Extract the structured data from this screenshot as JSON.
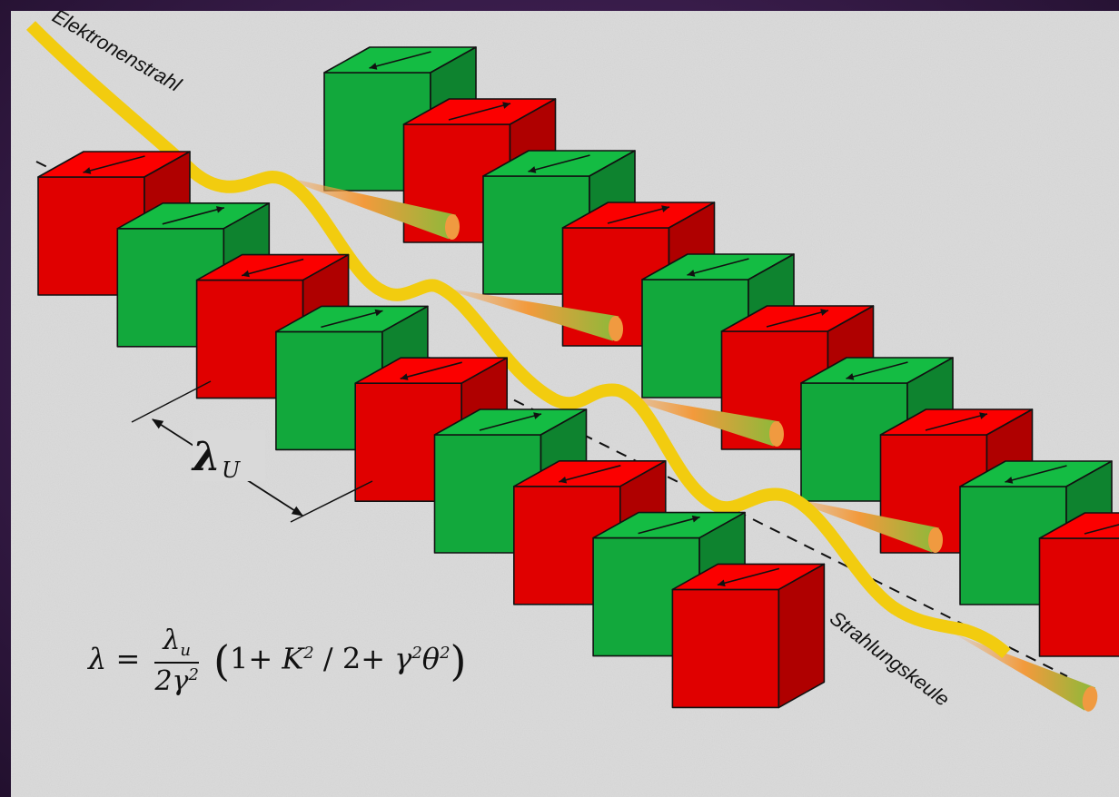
{
  "labels": {
    "beam": "Elektronenstrahl",
    "cone": "Strahlungskeule",
    "period_symbol": "λ",
    "period_subscript": "U"
  },
  "formula": {
    "lhs": "λ",
    "eq": "=",
    "numerator": "λ",
    "numerator_sub": "u",
    "denominator": "2γ",
    "denominator_sup": "2",
    "open_paren": "(",
    "term1": "1+ ",
    "term2": "K",
    "term2_sup": "2",
    "term3": " / 2+ ",
    "term4": "γ",
    "term4_sup": "2",
    "term5": "θ",
    "term5_sup": "2",
    "close_paren": ")"
  },
  "colors": {
    "magnet_red": "#e00000",
    "magnet_green": "#12a83c",
    "beam_yellow": "#f4d20a",
    "cone_orange": "#f4a24a",
    "cone_green": "#8aba3a"
  }
}
